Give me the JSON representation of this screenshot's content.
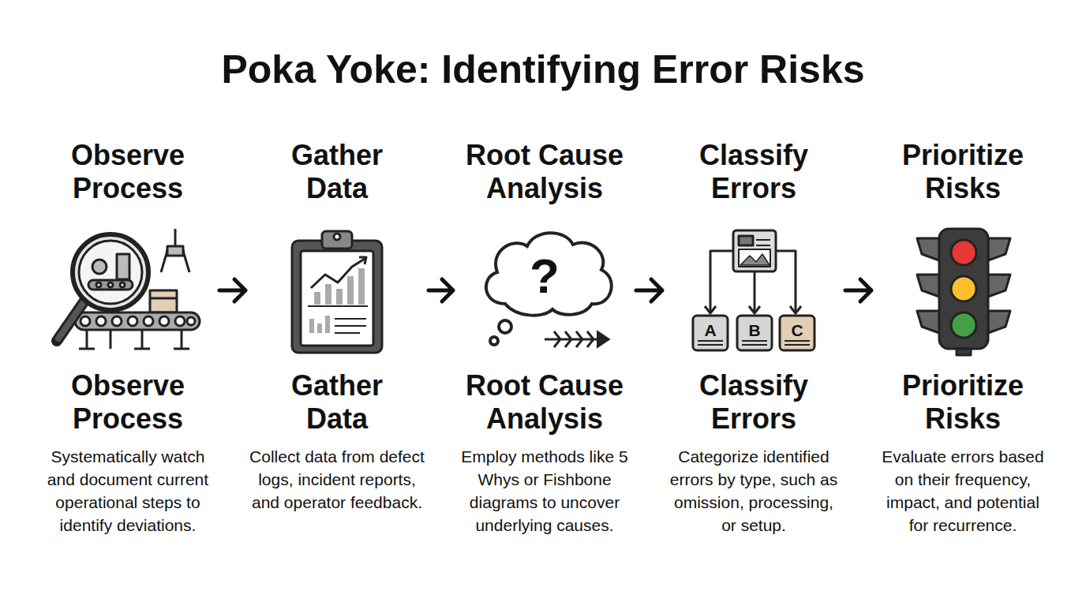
{
  "diagram": {
    "title": "Poka Yoke: Identifying Error Risks",
    "nodes": [
      {
        "text": [
          "Observe Process",
          "Observe Process",
          "Systematically watch and document current operational steps to identify deviations."
        ]
      },
      {
        "text": [
          "Gather Data",
          "Gather Data",
          "Collect data from defect logs, incident reports, and operator feedback."
        ]
      },
      {
        "text": [
          "Root Cause Analysis",
          "Root Cause Analysis",
          "Employ methods like 5 Whys or Fishbone diagrams to uncover underlying causes."
        ]
      },
      {
        "text": [
          "Classify Errors",
          "Classify Errors",
          "Categorize identified errors by type, such as omission, processing, or setup."
        ]
      },
      {
        "text": [
          "Prioritize Risks",
          "Prioritize Risks",
          "Evaluate errors based on their frequency, impact, and potential for recurrence."
        ]
      }
    ],
    "edges": [
      {
        "from": 0,
        "to": 1,
        "arrow": "to"
      },
      {
        "from": 1,
        "to": 2,
        "arrow": "to"
      },
      {
        "from": 2,
        "to": 3,
        "arrow": "to"
      },
      {
        "from": 3,
        "to": 4,
        "arrow": "to"
      }
    ],
    "labels": [
      "?",
      "A",
      "B",
      "C"
    ]
  }
}
